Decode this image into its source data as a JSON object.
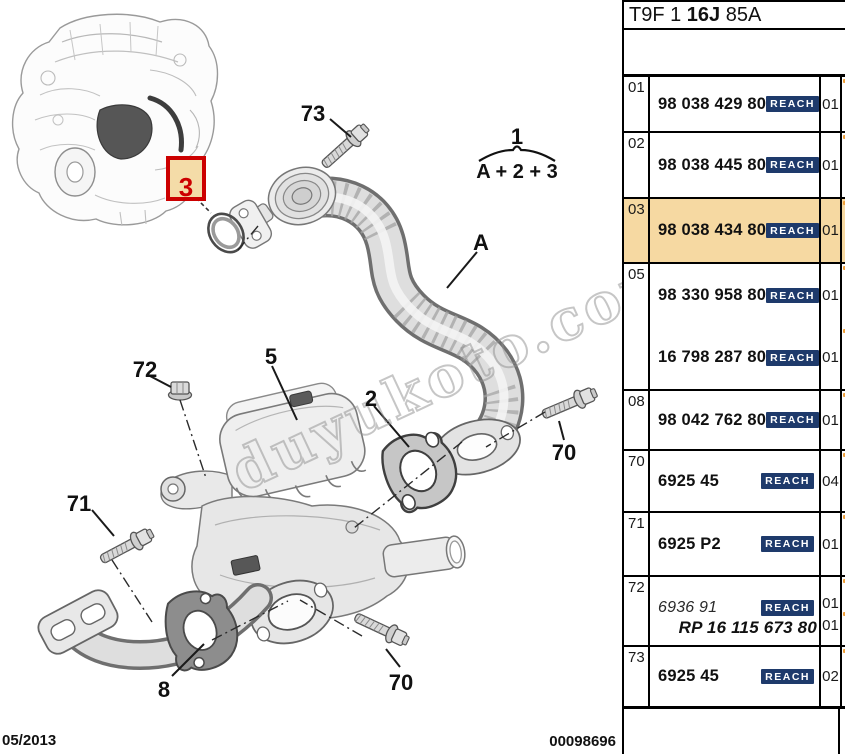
{
  "title_block": {
    "prefix": "T9F 1 ",
    "bold_part": "16J",
    "suffix": " 85A"
  },
  "table": {
    "reach_label": "REACH",
    "rows": [
      {
        "ref": "01",
        "highlight": false,
        "lines": [
          {
            "part": "98 038 429 80",
            "reach": true,
            "qty": "01"
          }
        ]
      },
      {
        "ref": "02",
        "highlight": false,
        "lines": [
          {
            "part": "98 038 445 80",
            "reach": true,
            "qty": "01"
          }
        ]
      },
      {
        "ref": "03",
        "highlight": true,
        "lines": [
          {
            "part": "98 038 434 80",
            "reach": true,
            "qty": "01"
          }
        ]
      },
      {
        "ref": "05",
        "highlight": false,
        "lines": [
          {
            "part": "98 330 958 80",
            "reach": true,
            "qty": "01"
          },
          {
            "part": "16 798 287 80",
            "reach": true,
            "qty": "01"
          }
        ]
      },
      {
        "ref": "08",
        "highlight": false,
        "lines": [
          {
            "part": "98 042 762 80",
            "reach": true,
            "qty": "01"
          }
        ]
      },
      {
        "ref": "70",
        "highlight": false,
        "lines": [
          {
            "part": "6925 45",
            "reach": true,
            "qty": "04"
          }
        ]
      },
      {
        "ref": "71",
        "highlight": false,
        "lines": [
          {
            "part": "6925 P2",
            "reach": true,
            "qty": "01"
          }
        ]
      },
      {
        "ref": "72",
        "highlight": false,
        "lines": [
          {
            "part": "6936 91",
            "reach": true,
            "qty": "01",
            "italic": true
          },
          {
            "part": "RP 16 115 673 80",
            "reach": false,
            "qty": "01",
            "bold_italic": true,
            "align": "right"
          }
        ]
      },
      {
        "ref": "73",
        "highlight": false,
        "lines": [
          {
            "part": "6925 45",
            "reach": true,
            "qty": "02"
          }
        ]
      }
    ]
  },
  "diagram": {
    "watermark": "duyukoto.com",
    "callouts": {
      "item73": "73",
      "item1": "1",
      "formula": "A + 2 + 3",
      "itemA": "A",
      "item72": "72",
      "item5": "5",
      "item2": "2",
      "item70_right": "70",
      "item71": "71",
      "item8": "8",
      "item70_bottom": "70",
      "item3": "3"
    }
  },
  "footer": {
    "date": "05/2013",
    "doc_number": "00098696"
  },
  "colors": {
    "highlight_row": "#F6D9A2",
    "reach_badge": "#1E3A6B",
    "callout_box_border": "#CC0000",
    "callout_box_fill": "#F4DCA8",
    "edge_tick": "#EE9F3A"
  }
}
